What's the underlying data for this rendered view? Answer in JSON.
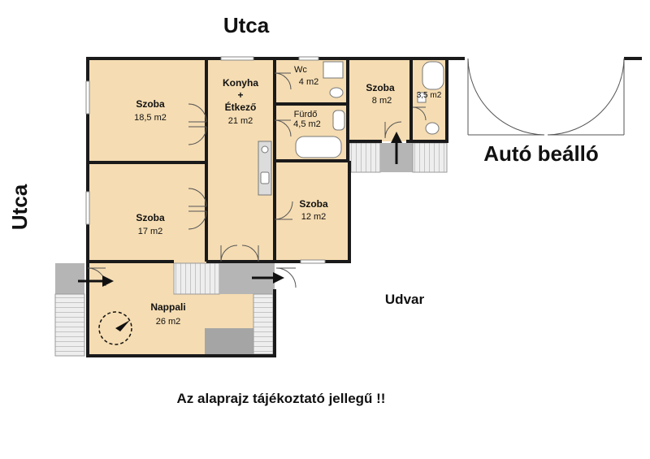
{
  "street_labels": {
    "top": "Utca",
    "left": "Utca"
  },
  "carport_label": "Autó beálló",
  "yard_label": "Udvar",
  "disclaimer": "Az alaprajz tájékoztató jellegű !!",
  "rooms": [
    {
      "key": "szoba1",
      "name": "Szoba",
      "area": "18,5 m2"
    },
    {
      "key": "szoba2",
      "name": "Szoba",
      "area": "17 m2"
    },
    {
      "key": "konyha",
      "name": "Konyha + Étkező",
      "name_lines": [
        "Konyha",
        "+",
        "Étkező"
      ],
      "area": "21 m2"
    },
    {
      "key": "wc",
      "name": "Wc",
      "area": "4 m2"
    },
    {
      "key": "furdo",
      "name": "Fürdő",
      "area": "4,5 m2"
    },
    {
      "key": "szoba3",
      "name": "Szoba",
      "area": "8 m2"
    },
    {
      "key": "wc2",
      "name": "",
      "area": "3,5 m2"
    },
    {
      "key": "szoba4",
      "name": "Szoba",
      "area": "12 m2"
    },
    {
      "key": "nappali",
      "name": "Nappali",
      "area": "26 m2"
    }
  ],
  "colors": {
    "floor": "#f5dcb2",
    "wall": "#1a1a1a",
    "stairs": "#9a9a9a"
  }
}
